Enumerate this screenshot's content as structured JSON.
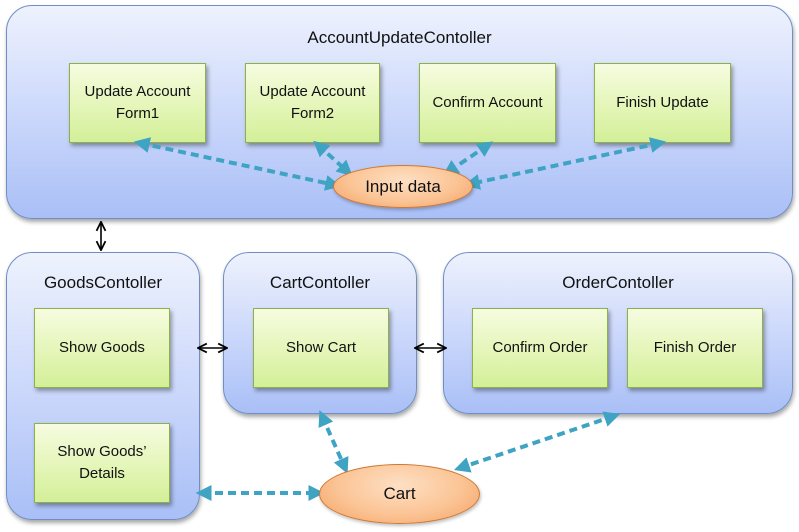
{
  "account_update_controller": {
    "title": "AccountUpdateContoller",
    "pages": [
      "Update Account\nForm1",
      "Update Account\nForm2",
      "Confirm Account",
      "Finish Update"
    ],
    "data": "Input data"
  },
  "goods_controller": {
    "title": "GoodsContoller",
    "pages": [
      "Show Goods",
      "Show Goods’\nDetails"
    ]
  },
  "cart_controller": {
    "title": "CartContoller",
    "pages": [
      "Show Cart"
    ]
  },
  "order_controller": {
    "title": "OrderContoller",
    "pages": [
      "Confirm Order",
      "Finish Order"
    ]
  },
  "cart_data": "Cart",
  "colors": {
    "controller_border": "#6f8fc4",
    "page_fill": "#e2f5b4",
    "data_fill": "#fbc495",
    "dashed_arrow": "#3fa3c4"
  }
}
